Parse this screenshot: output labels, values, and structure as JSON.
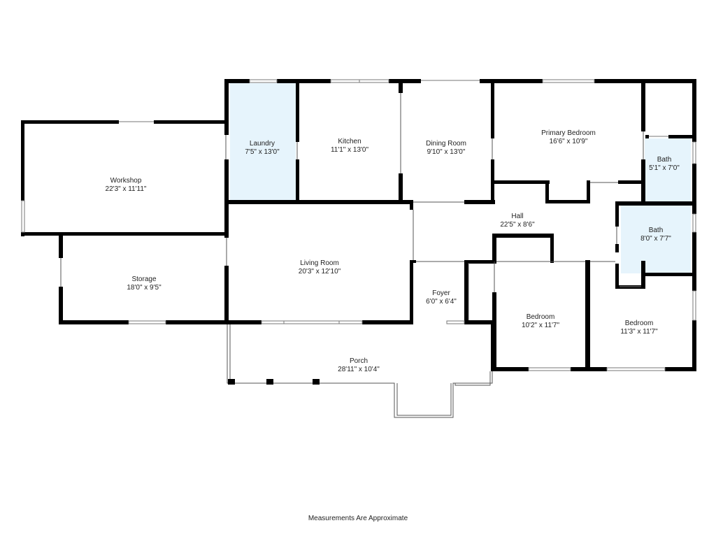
{
  "rooms": {
    "workshop": {
      "name": "Workshop",
      "dims": "22'3\" x 11'11\""
    },
    "storage": {
      "name": "Storage",
      "dims": "18'0\" x 9'5\""
    },
    "laundry": {
      "name": "Laundry",
      "dims": "7'5\" x 13'0\""
    },
    "kitchen": {
      "name": "Kitchen",
      "dims": "11'1\" x 13'0\""
    },
    "dining": {
      "name": "Dining Room",
      "dims": "9'10\" x 13'0\""
    },
    "primary_bedroom": {
      "name": "Primary Bedroom",
      "dims": "16'6\" x 10'9\""
    },
    "bath_upper": {
      "name": "Bath",
      "dims": "5'1\" x 7'0\""
    },
    "bath_lower": {
      "name": "Bath",
      "dims": "8'0\" x 7'7\""
    },
    "hall": {
      "name": "Hall",
      "dims": "22'5\" x 8'6\""
    },
    "living": {
      "name": "Living Room",
      "dims": "20'3\" x 12'10\""
    },
    "foyer": {
      "name": "Foyer",
      "dims": "6'0\" x 6'4\""
    },
    "bedroom_left": {
      "name": "Bedroom",
      "dims": "10'2\" x 11'7\""
    },
    "bedroom_right": {
      "name": "Bedroom",
      "dims": "11'3\" x 11'7\""
    },
    "porch": {
      "name": "Porch",
      "dims": "28'11\" x 10'4\""
    }
  },
  "highlight_color": "#e6f4fc",
  "wall_color": "#000000",
  "footer": "Measurements Are Approximate"
}
